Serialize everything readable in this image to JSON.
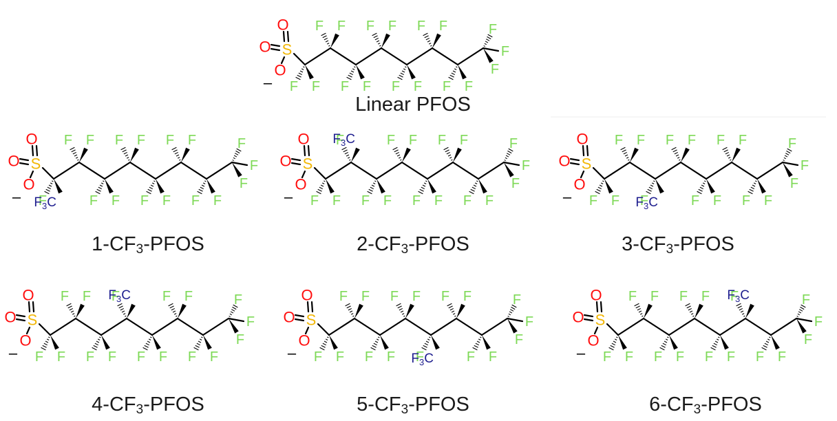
{
  "colors": {
    "fluorine": "#7ed957",
    "oxygen": "#ff0d0d",
    "sulfur": "#f2b705",
    "cf3_group": "#1f1f8f",
    "bond": "#000000",
    "caption": "#1a1a1a"
  },
  "atom_labels": {
    "F": "F",
    "O": "O",
    "S": "S",
    "charge": "–",
    "cf3_prefix": "F",
    "cf3_suffix": "C",
    "cf3_alt_prefix": "CF",
    "cf3_subscript": "3"
  },
  "structures": [
    {
      "id": "linear",
      "caption": "Linear PFOS",
      "branch_carbon": 0
    },
    {
      "id": "cf3-1",
      "caption_main": "1-CF",
      "caption_sub": "3",
      "caption_tail": "-PFOS",
      "branch_carbon": 1
    },
    {
      "id": "cf3-2",
      "caption_main": "2-CF",
      "caption_sub": "3",
      "caption_tail": "-PFOS",
      "branch_carbon": 2
    },
    {
      "id": "cf3-3",
      "caption_main": "3-CF",
      "caption_sub": "3",
      "caption_tail": "-PFOS",
      "branch_carbon": 3
    },
    {
      "id": "cf3-4",
      "caption_main": "4-CF",
      "caption_sub": "3",
      "caption_tail": "-PFOS",
      "branch_carbon": 4
    },
    {
      "id": "cf3-5",
      "caption_main": "5-CF",
      "caption_sub": "3",
      "caption_tail": "-PFOS",
      "branch_carbon": 5
    },
    {
      "id": "cf3-6",
      "caption_main": "6-CF",
      "caption_sub": "3",
      "caption_tail": "-PFOS",
      "branch_carbon": 6
    }
  ]
}
